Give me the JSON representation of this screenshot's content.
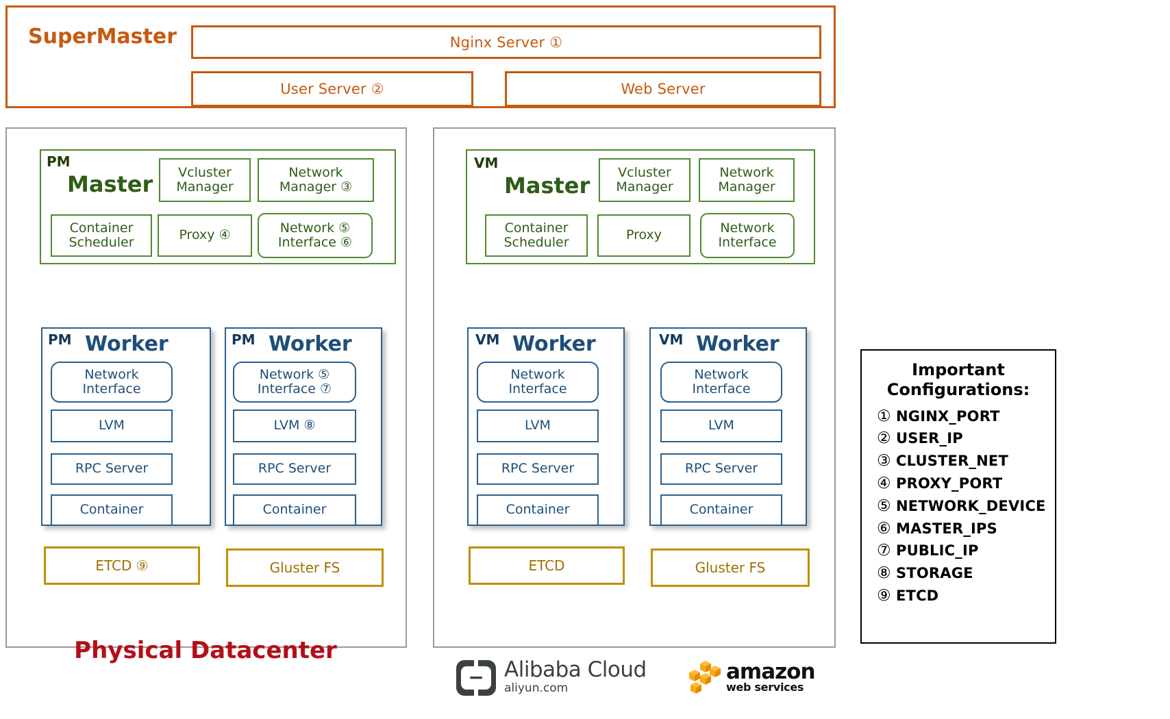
{
  "supermaster": {
    "title": "SuperMaster",
    "nginx_server": "Nginx Server ①",
    "user_server": "User Server ②",
    "web_server": "Web Server"
  },
  "physical_dc": {
    "label": "Physical Datacenter",
    "master": {
      "host_tag": "PM",
      "title": "Master",
      "boxes": [
        {
          "label": "Vcluster\nManager"
        },
        {
          "label": "Network\nManager ③"
        },
        {
          "label": "Container\nScheduler"
        },
        {
          "label": "Proxy ④"
        },
        {
          "label": "Network ⑤\nInterface ⑥"
        }
      ]
    },
    "workers": [
      {
        "host_tag": "PM",
        "title": "Worker",
        "boxes": [
          "Network\nInterface",
          "LVM",
          "RPC Server",
          "Container"
        ]
      },
      {
        "host_tag": "PM",
        "title": "Worker",
        "boxes": [
          "Network ⑤\nInterface ⑦",
          "LVM ⑧",
          "RPC Server",
          "Container"
        ]
      }
    ],
    "storage": [
      {
        "label": "ETCD ⑨"
      },
      {
        "label": "Gluster FS"
      }
    ]
  },
  "cloud_dc": {
    "master": {
      "host_tag": "VM",
      "title": "Master",
      "boxes": [
        {
          "label": "Vcluster\nManager"
        },
        {
          "label": "Network\nManager"
        },
        {
          "label": "Container\nScheduler"
        },
        {
          "label": "Proxy"
        },
        {
          "label": "Network\nInterface"
        }
      ]
    },
    "workers": [
      {
        "host_tag": "VM",
        "title": "Worker",
        "boxes": [
          "Network\nInterface",
          "LVM",
          "RPC Server",
          "Container"
        ]
      },
      {
        "host_tag": "VM",
        "title": "Worker",
        "boxes": [
          "Network\nInterface",
          "LVM",
          "RPC Server",
          "Container"
        ]
      }
    ],
    "storage": [
      {
        "label": "ETCD"
      },
      {
        "label": "Gluster FS"
      }
    ],
    "logos": {
      "alibaba_name": "Alibaba Cloud",
      "alibaba_domain": "aliyun.com",
      "aws_name": "amazon",
      "aws_sub": "web services"
    }
  },
  "legend": {
    "title_line1": "Important",
    "title_line2": "Configurations:",
    "items": [
      {
        "num": "①",
        "name": "NGINX_PORT"
      },
      {
        "num": "②",
        "name": "USER_IP"
      },
      {
        "num": "③",
        "name": "CLUSTER_NET"
      },
      {
        "num": "④",
        "name": "PROXY_PORT"
      },
      {
        "num": "⑤",
        "name": "NETWORK_DEVICE"
      },
      {
        "num": "⑥",
        "name": "MASTER_IPS"
      },
      {
        "num": "⑦",
        "name": "PUBLIC_IP"
      },
      {
        "num": "⑧",
        "name": "STORAGE"
      },
      {
        "num": "⑨",
        "name": "ETCD"
      }
    ]
  },
  "colors": {
    "supermaster": "#c55a11",
    "master_green": "#4e8b30",
    "worker_blue": "#2c5f8a",
    "storage_gold": "#bf9000",
    "datacenter_red": "#b30f18"
  }
}
